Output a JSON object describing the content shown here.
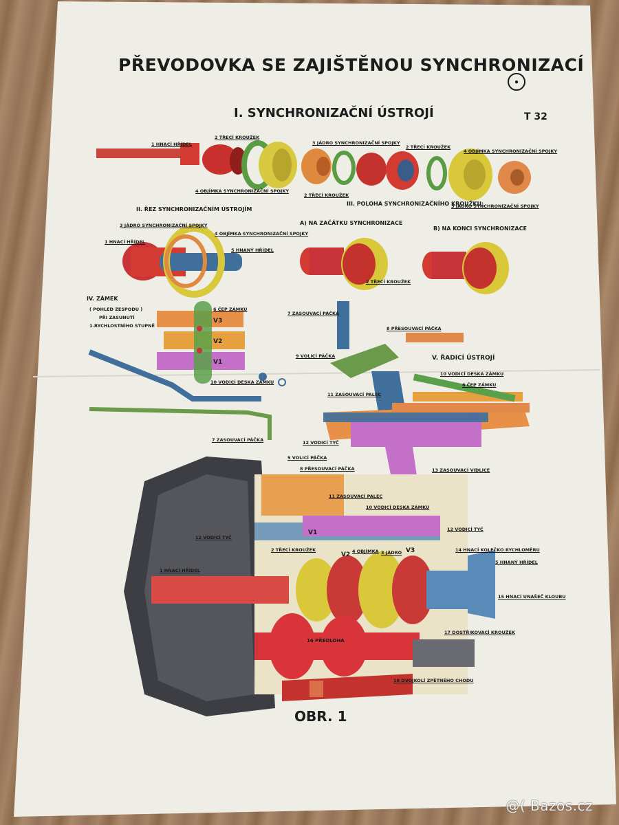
{
  "poster": {
    "title": "PŘEVODOVKA SE ZAJIŠTĚNOU SYNCHRONIZACÍ",
    "code": "T 32",
    "section1": "I. SYNCHRONIZAČNÍ ÚSTROJÍ",
    "section2": "II. ŘEZ SYNCHRONIZAČNÍM ÚSTROJÍM",
    "section3": "III. POLOHA SYNCHRONIZAČNÍHO KROUŽKU:",
    "section3a": "A) NA ZAČÁTKU SYNCHRONIZACE",
    "section3b": "B) NA KONCI SYNCHRONIZACE",
    "section4": "IV. ZÁMEK",
    "section4_note1": "( POHLED ZESPODU )",
    "section4_note2": "PŘI ZASUNUTÍ",
    "section4_note3": "1.RYCHLOSTNÍHO STUPNĚ",
    "section5": "V. ŘADICÍ ÚSTROJÍ",
    "figure": "OBR. 1",
    "colors": {
      "paper": "#efeee4",
      "red": "#c8343a",
      "orange": "#e89048",
      "yellow": "#d8c83a",
      "green": "#5aa04a",
      "blue": "#3f6f9a",
      "magenta": "#c46fc8"
    }
  },
  "labels": {
    "s1_shaft": "1 HNACÍ HŘÍDEL",
    "s1_ring2": "2 TŘECÍ KROUŽEK",
    "s1_core3": "3 JÁDRO SYNCHRONIZAČNÍ SPOJKY",
    "s1_ring2b": "2 TŘECÍ KROUŽEK",
    "s1_sleeve4": "4 OBJÍMKA SYNCHRONIZAČNÍ SPOJKY",
    "s1_sleeve4b": "4 OBJÍMKA SYNCHRONIZAČNÍ SPOJKY",
    "s1_ring2c": "2 TŘECÍ KROUŽEK",
    "s1_core3b": "3 JÁDRO SYNCHRONIZAČNÍ SPOJKY",
    "s2_core": "3 JÁDRO SYNCHRONIZAČNÍ SPOJKY",
    "s2_sleeve": "4 OBJÍMKA SYNCHRONIZAČNÍ SPOJKY",
    "s2_input": "1 HNACÍ HŘÍDEL",
    "s2_output": "5 HNANÝ HŘÍDEL",
    "s3_ring": "2 TŘECÍ KROUŽEK",
    "s4_pin": "6 ČEP ZÁMKU",
    "s4_plate": "10 VODICÍ DESKA ZÁMKU",
    "s4_v3": "V3",
    "s4_v2": "V2",
    "s4_v1": "V1",
    "s5_lever7": "7 ZASOUVACÍ PÁČKA",
    "s5_lever8": "8 PŘESOUVACÍ PÁČKA",
    "s5_lever9": "9 VOLICÍ PÁČKA",
    "s5_plate10": "10 VODICÍ DESKA ZÁMKU",
    "s5_pin6": "6 ČEP ZÁMKU",
    "s5_finger11": "11 ZASOUVACÍ PALEC",
    "s5_rod12": "12 VODICÍ TYČ",
    "s5_fork13": "13 ZASOUVACÍ VIDLICE",
    "s5_lever7b": "7 ZASOUVACÍ PÁČKA",
    "m_lever9": "9 VOLICÍ PÁČKA",
    "m_lever8": "8 PŘESOUVACÍ PÁČKA",
    "m_finger11": "11 ZASOUVACÍ PALEC",
    "m_plate10": "10 VODICÍ DESKA ZÁMKU",
    "m_rod12": "12 VODICÍ TYČ",
    "m_rod12b": "12 VODICÍ TYČ",
    "m_ring2": "2 TŘECÍ KROUŽEK",
    "m_sleeve4": "4 OBJÍMKA",
    "m_core3": "3 JÁDRO",
    "m_speedo14": "14 HNACÍ KOLEČKO RYCHLOMĚRU",
    "m_output5": "5 HNANÝ HŘÍDEL",
    "m_input1": "1 HNACÍ HŘÍDEL",
    "m_flange15": "15 HNACÍ UNAŠEČ KLOUBU",
    "m_ring17": "17 DOSTŘIKOVACÍ KROUŽEK",
    "m_counter16": "16 PŘEDLOHA",
    "m_reverse18": "18 DVOJKOLÍ ZPĚTNÉHO CHODU",
    "v1": "V1",
    "v2": "V2",
    "v3": "V3"
  },
  "watermark": "@( Bazos.cz"
}
